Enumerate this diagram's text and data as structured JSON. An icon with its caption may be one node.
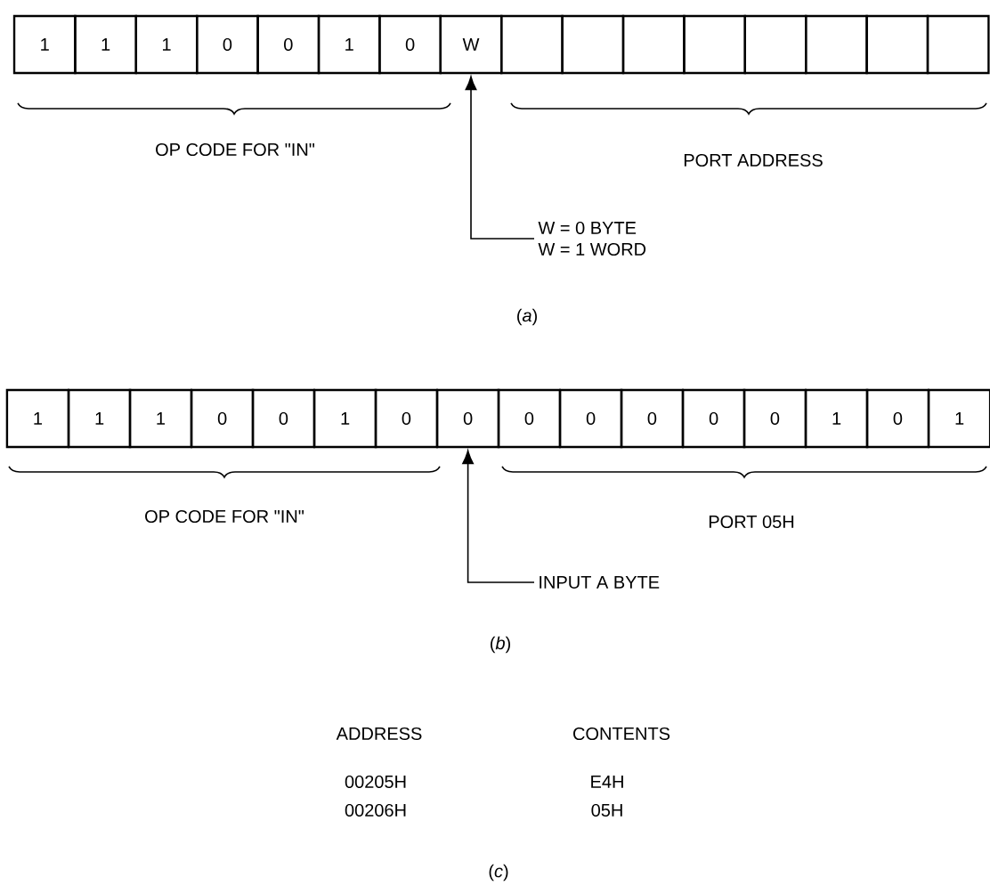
{
  "diagram": {
    "nodes": [
      {
        "text": [
          "1"
        ]
      },
      {
        "text": [
          "1"
        ]
      },
      {
        "text": [
          "1"
        ]
      },
      {
        "text": [
          "0"
        ]
      },
      {
        "text": [
          "0"
        ]
      },
      {
        "text": [
          "1"
        ]
      },
      {
        "text": [
          "0"
        ]
      },
      {
        "text": [
          "W"
        ]
      },
      {
        "text": [],
        "shape": "box"
      },
      {
        "text": [],
        "shape": "box"
      },
      {
        "text": [],
        "shape": "box"
      },
      {
        "text": [],
        "shape": "box"
      },
      {
        "text": [],
        "shape": "box"
      },
      {
        "text": [],
        "shape": "box"
      },
      {
        "text": [],
        "shape": "box"
      },
      {
        "text": [],
        "shape": "box"
      },
      {
        "text": [
          "W = 0 BYTE",
          "W = 1 WORD"
        ]
      },
      {
        "text": [
          "1"
        ]
      },
      {
        "text": [
          "1"
        ]
      },
      {
        "text": [
          "1"
        ]
      },
      {
        "text": [
          "0"
        ]
      },
      {
        "text": [
          "0"
        ]
      },
      {
        "text": [
          "1"
        ]
      },
      {
        "text": [
          "0"
        ]
      },
      {
        "text": [
          "0"
        ]
      },
      {
        "text": [
          "0"
        ]
      },
      {
        "text": [
          "0"
        ]
      },
      {
        "text": [
          "0"
        ]
      },
      {
        "text": [
          "0"
        ]
      },
      {
        "text": [
          "0"
        ]
      },
      {
        "text": [
          "1"
        ]
      },
      {
        "text": [
          "0"
        ]
      },
      {
        "text": [
          "1"
        ]
      },
      {
        "text": [
          "INPUT A BYTE"
        ]
      }
    ],
    "edges": [
      {
        "from": 16,
        "to": 7,
        "arrow": "to"
      },
      {
        "from": 33,
        "to": 24,
        "arrow": "to"
      }
    ],
    "labels": [
      "OP CODE FOR \"IN\"",
      "PORT ADDRESS",
      "(*a*)",
      "OP CODE FOR \"IN\"",
      "PORT 05H",
      "(*b*)",
      "ADDRESS",
      "CONTENTS",
      "00205H",
      "E4H",
      "00206H",
      "05H",
      "(*c*)"
    ]
  }
}
